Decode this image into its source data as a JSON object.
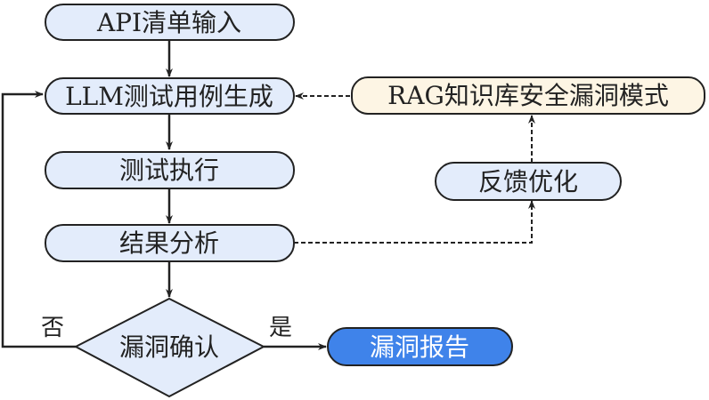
{
  "diagram": {
    "nodes": {
      "api_input": "API清单输入",
      "llm_gen": "LLM测试用例生成",
      "test_exec": "测试执行",
      "result_analysis": "结果分析",
      "vuln_confirm": "漏洞确认",
      "vuln_report": "漏洞报告",
      "feedback_opt": "反馈优化",
      "rag_kb": "RAG知识库安全漏洞模式"
    },
    "edge_labels": {
      "no": "否",
      "yes": "是"
    },
    "colors": {
      "process_fill": "#e3ecfb",
      "knowledge_fill": "#fdf5e4",
      "report_fill": "#3f83ea",
      "stroke": "#222222",
      "report_text": "#ffffff"
    }
  }
}
